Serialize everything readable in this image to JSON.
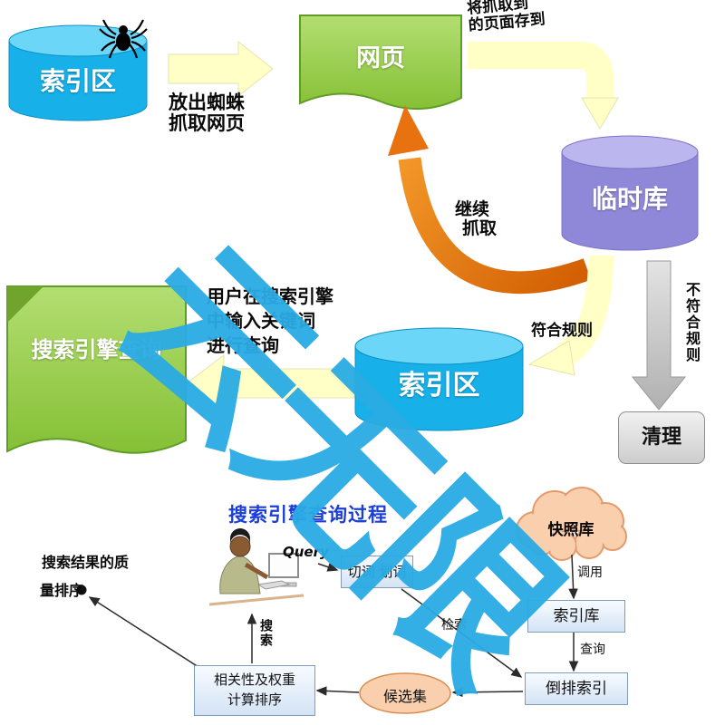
{
  "watermark": {
    "text": "云无限",
    "color": "#2aabe4"
  },
  "top": {
    "index_db": "索引区",
    "crawl_label": [
      "放出蜘蛛",
      "抓取网页"
    ],
    "webpage": "网页",
    "store_label": [
      "将抓取到",
      "的页面存到"
    ],
    "temp_db": "临时库",
    "recrawl_label": [
      "继续",
      "抓取"
    ]
  },
  "middle": {
    "query_doc": "搜索引擎查询",
    "user_text": [
      "用户在搜索引擎",
      "中输入关键词",
      "进行查询"
    ],
    "index_db": "索引区",
    "match_rule": "符合规则",
    "not_match_rule": "不符合规则",
    "clean": "清理"
  },
  "bottom": {
    "title": "搜索引擎查询过程",
    "query": "Query",
    "cut_word": "切词 划词",
    "snapshot_lib": "快照库",
    "call_label": "调用",
    "index_lib": "索引库",
    "query_label": "查询",
    "search_label": "检索",
    "inverted_index": "倒排索引",
    "candidate_set": "候选集",
    "relevance": [
      "相关性及权重",
      "计算排序"
    ],
    "search_vertical": "搜索",
    "result_label": [
      "搜索结果的质",
      "量排序"
    ]
  },
  "colors": {
    "blue_cylinder": "#17b0e9",
    "purple_cylinder": "#8f88d8",
    "green_doc": "#8cc63f",
    "yellow_arrow": "#ffffc6",
    "orange_arrow": "#e87110",
    "gray_arrow": "#c6c6c6",
    "box_blue": "#d4e3f5",
    "cloud_peach": "#f9cfae",
    "title_blue": "#1b3fd6"
  }
}
